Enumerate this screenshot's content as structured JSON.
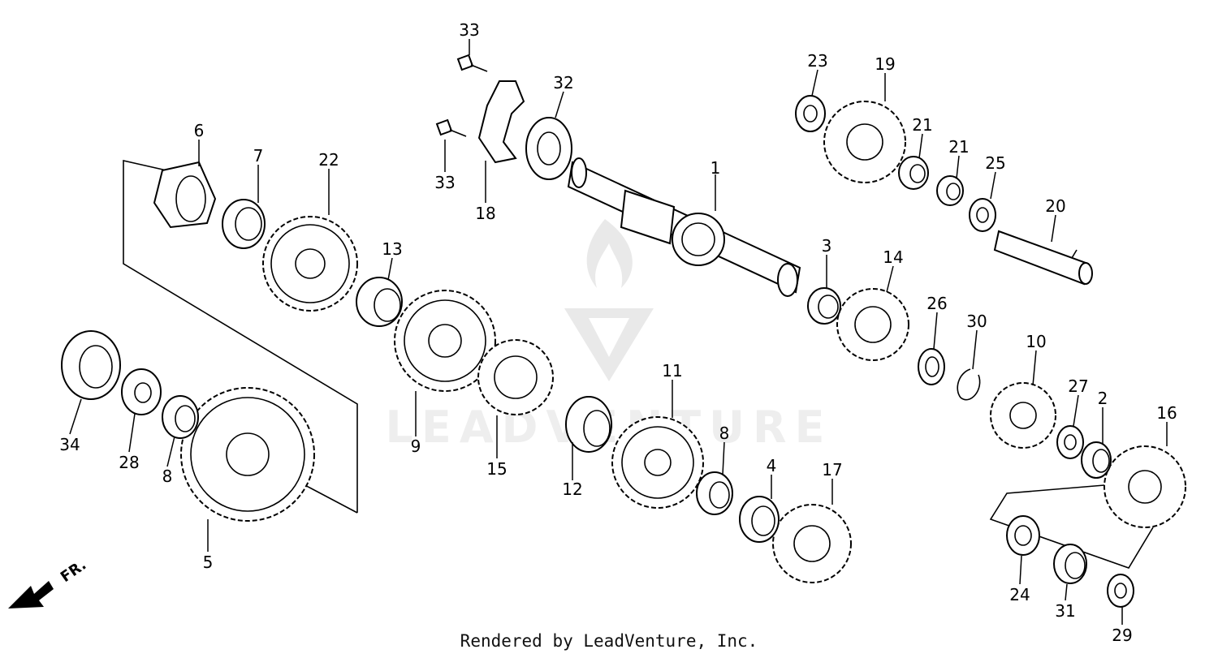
{
  "diagram": {
    "title": "",
    "watermark": "LEADVENTURE",
    "direction_marker": "FR.",
    "footer": "Rendered by LeadVenture, Inc.",
    "callouts": [
      "1",
      "2",
      "3",
      "4",
      "5",
      "6",
      "7",
      "8",
      "8",
      "9",
      "10",
      "11",
      "12",
      "13",
      "14",
      "15",
      "16",
      "17",
      "18",
      "19",
      "20",
      "21",
      "21",
      "22",
      "23",
      "24",
      "25",
      "26",
      "27",
      "28",
      "29",
      "30",
      "31",
      "32",
      "33",
      "33",
      "34"
    ]
  }
}
